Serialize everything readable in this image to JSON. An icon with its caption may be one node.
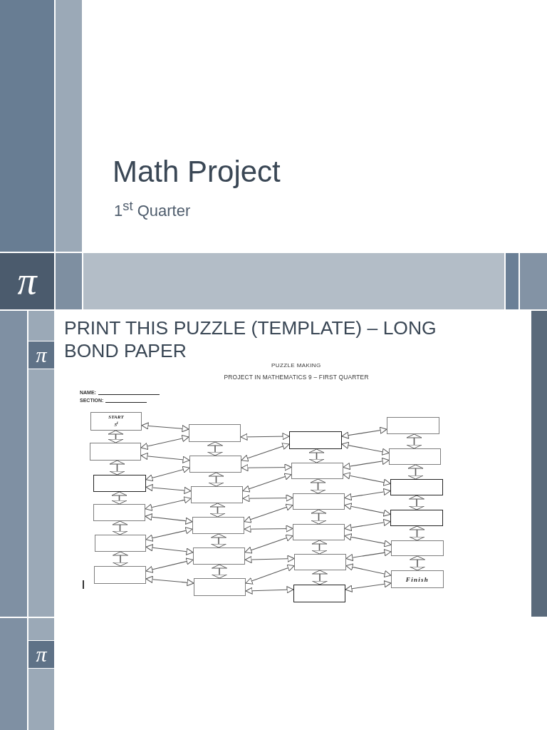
{
  "diagram": {
    "title": "Math Project",
    "nodes": [
      {
        "text": [
          "START",
          "5$^{t}$"
        ]
      },
      {
        "text": [],
        "shape": "box"
      },
      {
        "text": [],
        "shape": "box"
      },
      {
        "text": [],
        "shape": "box"
      },
      {
        "text": [],
        "shape": "box"
      },
      {
        "text": [],
        "shape": "box"
      },
      {
        "text": [],
        "shape": "box"
      },
      {
        "text": [],
        "shape": "box"
      },
      {
        "text": [],
        "shape": "box"
      },
      {
        "text": [],
        "shape": "box"
      },
      {
        "text": [],
        "shape": "box"
      },
      {
        "text": [],
        "shape": "box"
      },
      {
        "text": [],
        "shape": "box"
      },
      {
        "text": [],
        "shape": "box"
      },
      {
        "text": [],
        "shape": "box"
      },
      {
        "text": [],
        "shape": "box"
      },
      {
        "text": [],
        "shape": "box"
      },
      {
        "text": [],
        "shape": "box"
      },
      {
        "text": [],
        "shape": "box"
      },
      {
        "text": [],
        "shape": "box"
      },
      {
        "text": [],
        "shape": "box"
      },
      {
        "text": [],
        "shape": "box"
      },
      {
        "text": [],
        "shape": "box"
      },
      {
        "text": [
          "Finish"
        ]
      }
    ],
    "edges": [
      {
        "from": 0,
        "to": 6,
        "arrow": "both"
      },
      {
        "from": 1,
        "to": 6,
        "arrow": "both"
      },
      {
        "from": 1,
        "to": 7,
        "arrow": "both"
      },
      {
        "from": 2,
        "to": 7,
        "arrow": "both"
      },
      {
        "from": 2,
        "to": 8,
        "arrow": "both"
      },
      {
        "from": 3,
        "to": 8,
        "arrow": "both"
      },
      {
        "from": 3,
        "to": 9,
        "arrow": "both"
      },
      {
        "from": 4,
        "to": 9,
        "arrow": "both"
      },
      {
        "from": 4,
        "to": 10,
        "arrow": "both"
      },
      {
        "from": 5,
        "to": 10,
        "arrow": "both"
      },
      {
        "from": 5,
        "to": 11,
        "arrow": "both"
      },
      {
        "from": 6,
        "to": 12,
        "arrow": "both"
      },
      {
        "from": 7,
        "to": 12,
        "arrow": "both"
      },
      {
        "from": 7,
        "to": 13,
        "arrow": "both"
      },
      {
        "from": 8,
        "to": 13,
        "arrow": "both"
      },
      {
        "from": 8,
        "to": 14,
        "arrow": "both"
      },
      {
        "from": 9,
        "to": 14,
        "arrow": "both"
      },
      {
        "from": 9,
        "to": 15,
        "arrow": "both"
      },
      {
        "from": 10,
        "to": 15,
        "arrow": "both"
      },
      {
        "from": 10,
        "to": 16,
        "arrow": "both"
      },
      {
        "from": 11,
        "to": 16,
        "arrow": "both"
      },
      {
        "from": 11,
        "to": 17,
        "arrow": "both"
      },
      {
        "from": 12,
        "to": 18,
        "arrow": "both"
      },
      {
        "from": 12,
        "to": 19,
        "arrow": "both"
      },
      {
        "from": 13,
        "to": 19,
        "arrow": "both"
      },
      {
        "from": 13,
        "to": 20,
        "arrow": "both"
      },
      {
        "from": 14,
        "to": 20,
        "arrow": "both"
      },
      {
        "from": 14,
        "to": 21,
        "arrow": "both"
      },
      {
        "from": 15,
        "to": 21,
        "arrow": "both"
      },
      {
        "from": 15,
        "to": 22,
        "arrow": "both"
      },
      {
        "from": 16,
        "to": 22,
        "arrow": "both"
      },
      {
        "from": 16,
        "to": 23,
        "arrow": "both"
      },
      {
        "from": 17,
        "to": 23,
        "arrow": "both"
      },
      {
        "from": 0,
        "to": 1,
        "arrow": "both"
      },
      {
        "from": 1,
        "to": 2,
        "arrow": "both"
      },
      {
        "from": 2,
        "to": 3,
        "arrow": "both"
      },
      {
        "from": 3,
        "to": 4,
        "arrow": "both"
      },
      {
        "from": 4,
        "to": 5,
        "arrow": "both"
      },
      {
        "from": 6,
        "to": 7,
        "arrow": "both"
      },
      {
        "from": 7,
        "to": 8,
        "arrow": "both"
      },
      {
        "from": 8,
        "to": 9,
        "arrow": "both"
      },
      {
        "from": 9,
        "to": 10,
        "arrow": "both"
      },
      {
        "from": 10,
        "to": 11,
        "arrow": "both"
      },
      {
        "from": 12,
        "to": 13,
        "arrow": "both"
      },
      {
        "from": 13,
        "to": 14,
        "arrow": "both"
      },
      {
        "from": 14,
        "to": 15,
        "arrow": "both"
      },
      {
        "from": 15,
        "to": 16,
        "arrow": "both"
      },
      {
        "from": 16,
        "to": 17,
        "arrow": "both"
      },
      {
        "from": 18,
        "to": 19,
        "arrow": "both"
      },
      {
        "from": 19,
        "to": 20,
        "arrow": "both"
      },
      {
        "from": 20,
        "to": 21,
        "arrow": "both"
      },
      {
        "from": 21,
        "to": 22,
        "arrow": "both"
      },
      {
        "from": 22,
        "to": 23,
        "arrow": "both"
      }
    ],
    "labels": [
      "1$^{st}$ Quarter",
      "π",
      "PRINT THIS PUZZLE (TEMPLATE) – LONG BOND PAPER",
      "π",
      "PUZZLE MAKING",
      "PROJECT IN MATHEMATICS 9 – FIRST QUARTER",
      "NAME:",
      "SECTION:",
      "π"
    ]
  }
}
